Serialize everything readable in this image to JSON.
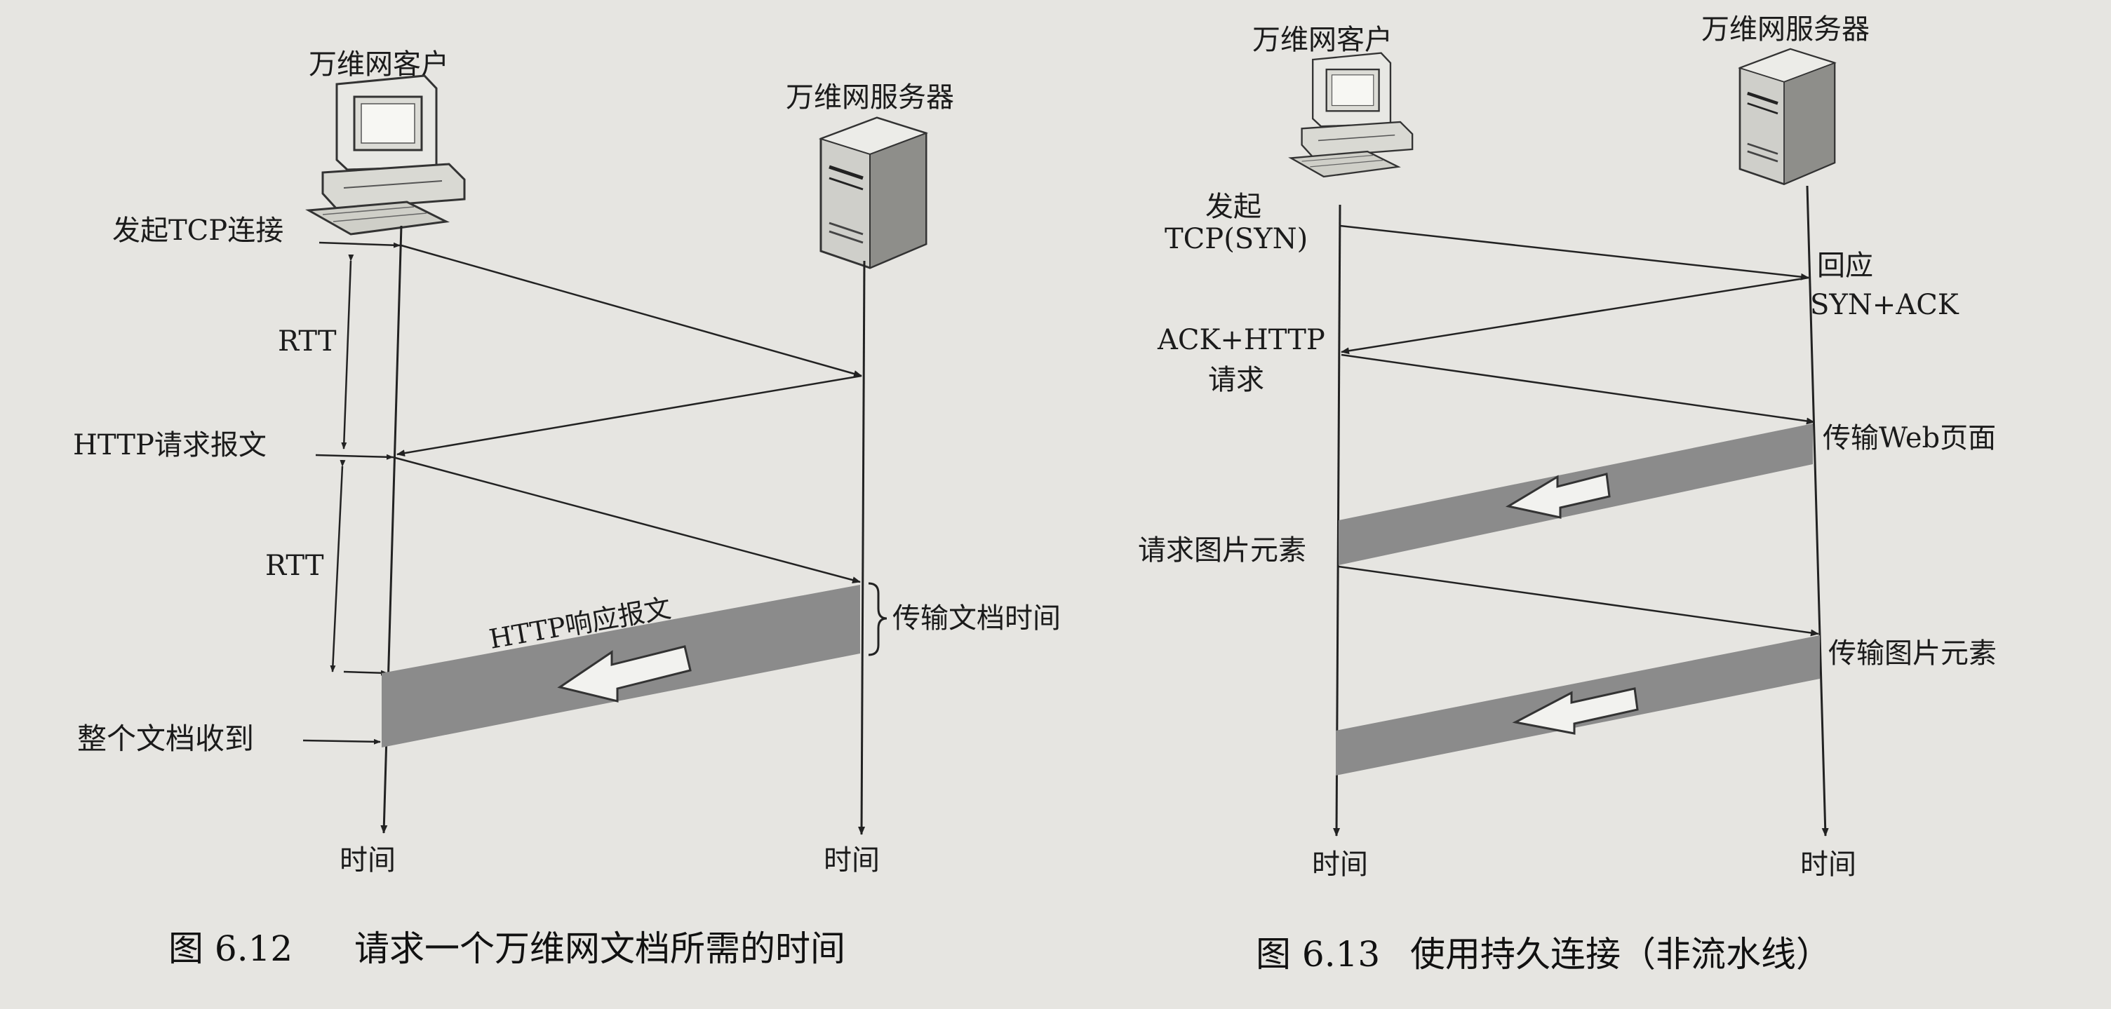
{
  "figure_612": {
    "client_label": "万维网客户",
    "server_label": "万维网服务器",
    "initiate_tcp": "发起TCP连接",
    "rtt_1": "RTT",
    "http_request": "HTTP请求报文",
    "rtt_2": "RTT",
    "http_response": "HTTP响应报文",
    "transfer_time": "传输文档时间",
    "doc_received": "整个文档收到",
    "time_client": "时间",
    "time_server": "时间",
    "caption_number": "图 6.12",
    "caption_text": "请求一个万维网文档所需的时间"
  },
  "figure_613": {
    "client_label": "万维网客户",
    "server_label": "万维网服务器",
    "syn_line1": "发起",
    "syn_line2": "TCP(SYN)",
    "synack_line1": "回应",
    "synack_line2": "SYN+ACK",
    "ack_line1": "ACK+HTTP",
    "ack_line2": "请求",
    "transfer_web": "传输Web页面",
    "request_image": "请求图片元素",
    "transfer_image": "传输图片元素",
    "time_client": "时间",
    "time_server": "时间",
    "caption_number": "图 6.13",
    "caption_text": "使用持久连接（非流水线）"
  },
  "colors": {
    "background": "#e6e5e1",
    "band": "#8b8b8b",
    "ink": "#1b1b1b"
  },
  "icons": [
    "computer-icon",
    "server-icon",
    "left-arrow-icon"
  ]
}
